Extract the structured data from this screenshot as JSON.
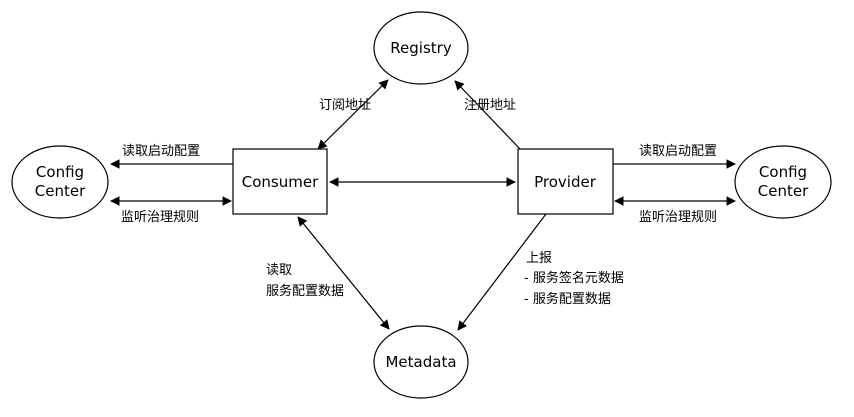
{
  "nodes": {
    "registry": "Registry",
    "consumer": "Consumer",
    "provider": "Provider",
    "metadata": "Metadata",
    "config_left": [
      "Config",
      "Center"
    ],
    "config_right": [
      "Config",
      "Center"
    ]
  },
  "edges": {
    "subscribe": "订阅地址",
    "register": "注册地址",
    "left_read_config": "读取启动配置",
    "left_listen_rules": "监听治理规则",
    "right_read_config": "读取启动配置",
    "right_listen_rules": "监听治理规则",
    "consumer_metadata": [
      "读取",
      "服务配置数据"
    ],
    "provider_metadata": [
      "上报",
      "- 服务签名元数据",
      "- 服务配置数据"
    ]
  }
}
